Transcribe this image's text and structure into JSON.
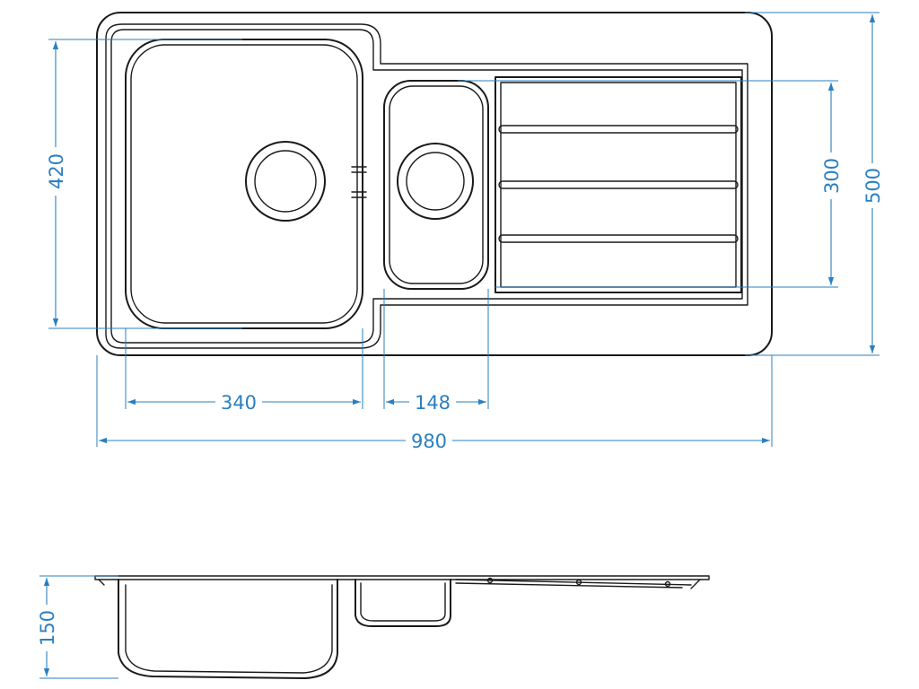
{
  "drawing": {
    "stroke_color": "#1a1a1a",
    "dimension_color": "#2a7fc0",
    "background": "#ffffff",
    "views": [
      "top-view",
      "side-view"
    ]
  },
  "dimensions": {
    "overall_width": "980",
    "overall_depth": "500",
    "main_bowl_width": "340",
    "main_bowl_depth": "420",
    "half_bowl_width": "148",
    "drainer_depth": "300",
    "bowl_height": "150"
  }
}
